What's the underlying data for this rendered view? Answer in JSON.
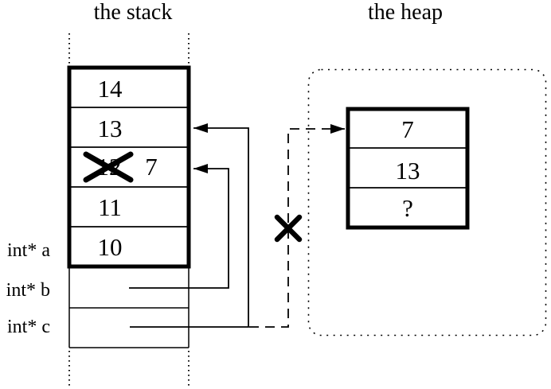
{
  "titles": {
    "stack": "the stack",
    "heap": "the heap"
  },
  "stack": {
    "cells": [
      "14",
      "13",
      "12",
      "11",
      "10"
    ],
    "crossed_out_value": "12",
    "replacement_value": "7"
  },
  "pointer_labels": {
    "a": "int* a",
    "b": "int* b",
    "c": "int* c"
  },
  "heap": {
    "cells": [
      "7",
      "13",
      "?"
    ]
  },
  "colors": {
    "ink": "#000000",
    "background": "#ffffff"
  }
}
